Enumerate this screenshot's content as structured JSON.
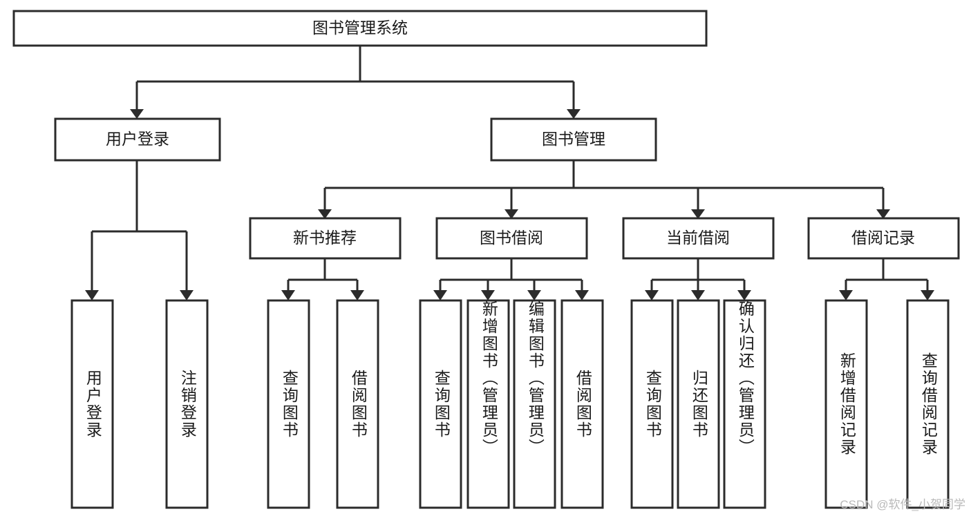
{
  "diagram": {
    "type": "tree-hierarchy",
    "title": "图书管理系统",
    "orientation": "top-down",
    "colors": {
      "box_stroke": "#2b2b2b",
      "box_fill": "#ffffff",
      "connector": "#2b2b2b",
      "text": "#1a1a1a",
      "background": "#ffffff",
      "watermark": "#b9b9b9"
    },
    "root": {
      "label": "图书管理系统"
    },
    "level2": [
      {
        "label": "用户登录"
      },
      {
        "label": "图书管理"
      }
    ],
    "level3": [
      {
        "label": "新书推荐"
      },
      {
        "label": "图书借阅"
      },
      {
        "label": "当前借阅"
      },
      {
        "label": "借阅记录"
      }
    ],
    "leaves": {
      "user_login_children": [
        {
          "label": "用户登录"
        },
        {
          "label": "注销登录"
        }
      ],
      "new_book_children": [
        {
          "label": "查询图书"
        },
        {
          "label": "借阅图书"
        }
      ],
      "book_borrow_children": [
        {
          "label": "查询图书"
        },
        {
          "label": "新增图书（管理员）"
        },
        {
          "label": "编辑图书（管理员）"
        },
        {
          "label": "借阅图书"
        }
      ],
      "current_borrow_children": [
        {
          "label": "查询图书"
        },
        {
          "label": "归还图书"
        },
        {
          "label": "确认归还（管理员）"
        }
      ],
      "borrow_record_children": [
        {
          "label": "新增借阅记录"
        },
        {
          "label": "查询借阅记录"
        }
      ]
    }
  },
  "watermark": {
    "text": "CSDN @软件_小贺同学"
  }
}
